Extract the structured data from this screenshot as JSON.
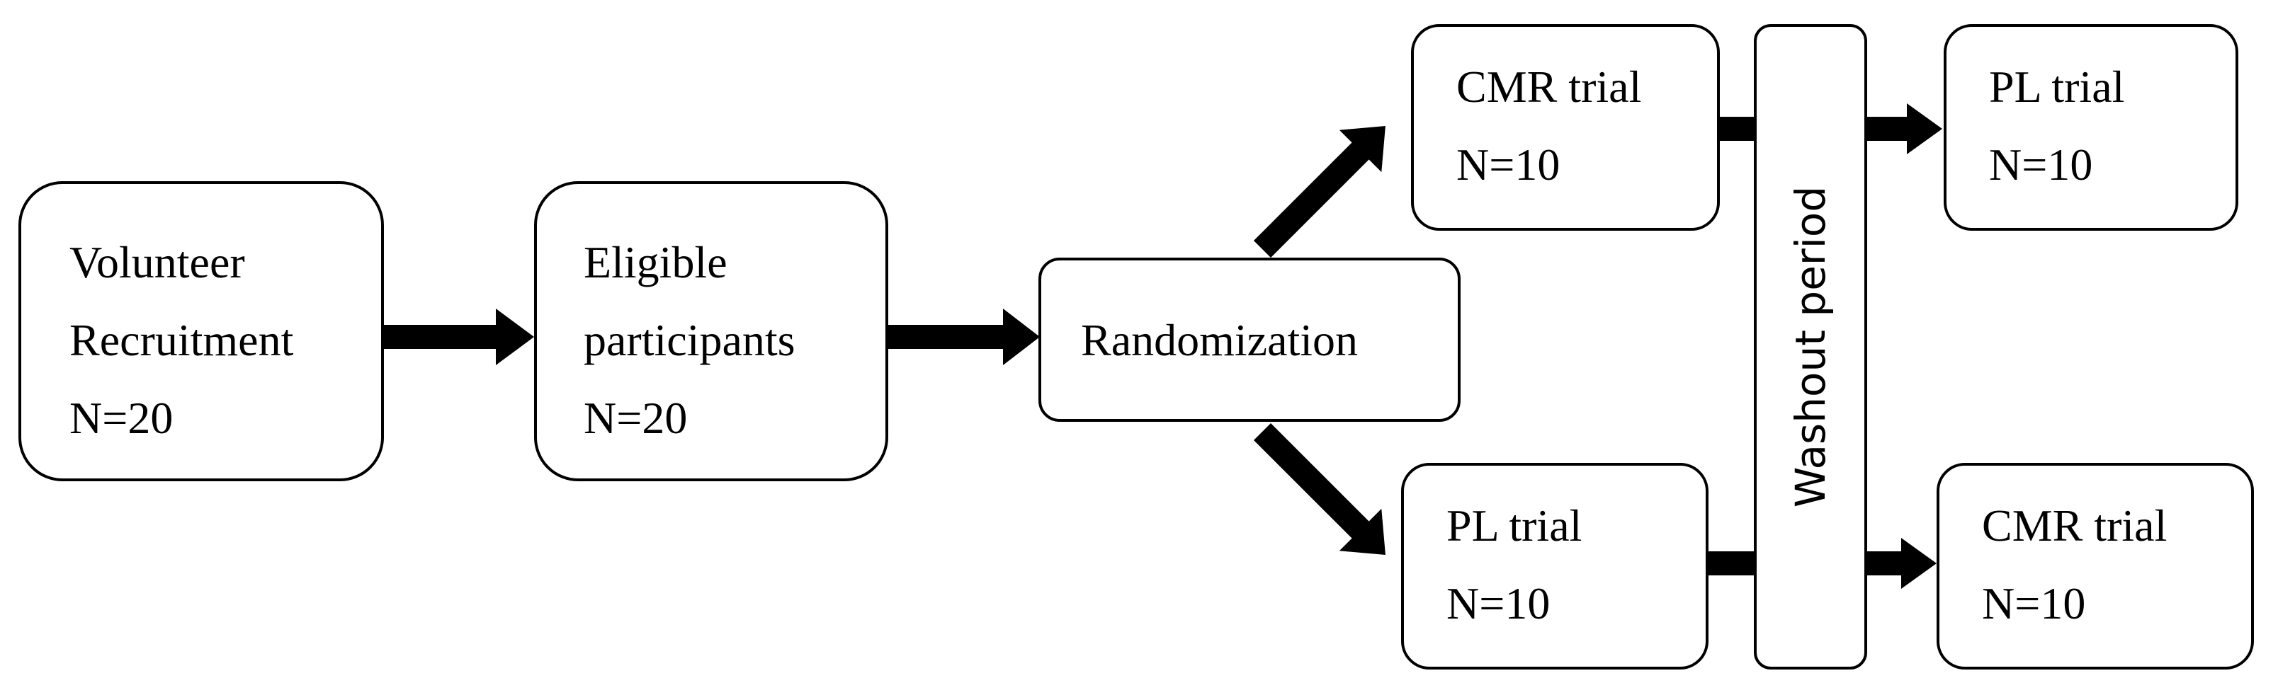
{
  "diagram": {
    "nodes": {
      "recruitment": {
        "lines": [
          "Volunteer",
          "Recruitment",
          "N=20"
        ]
      },
      "eligible": {
        "lines": [
          "Eligible",
          "participants",
          "N=20"
        ]
      },
      "randomization": {
        "lines": [
          "Randomization"
        ]
      },
      "top_first": {
        "lines": [
          "CMR trial",
          "N=10"
        ]
      },
      "bottom_first": {
        "lines": [
          "PL trial",
          "N=10"
        ]
      },
      "top_second": {
        "lines": [
          "PL trial",
          "N=10"
        ]
      },
      "bottom_second": {
        "lines": [
          "CMR trial",
          "N=10"
        ]
      }
    },
    "washout": {
      "label": "Washout period"
    },
    "edges": [
      {
        "from": "recruitment",
        "to": "eligible"
      },
      {
        "from": "eligible",
        "to": "randomization"
      },
      {
        "from": "randomization",
        "to": "top_first"
      },
      {
        "from": "randomization",
        "to": "bottom_first"
      },
      {
        "from": "top_first",
        "to": "top_second",
        "via": "washout"
      },
      {
        "from": "bottom_first",
        "to": "bottom_second",
        "via": "washout"
      }
    ]
  }
}
